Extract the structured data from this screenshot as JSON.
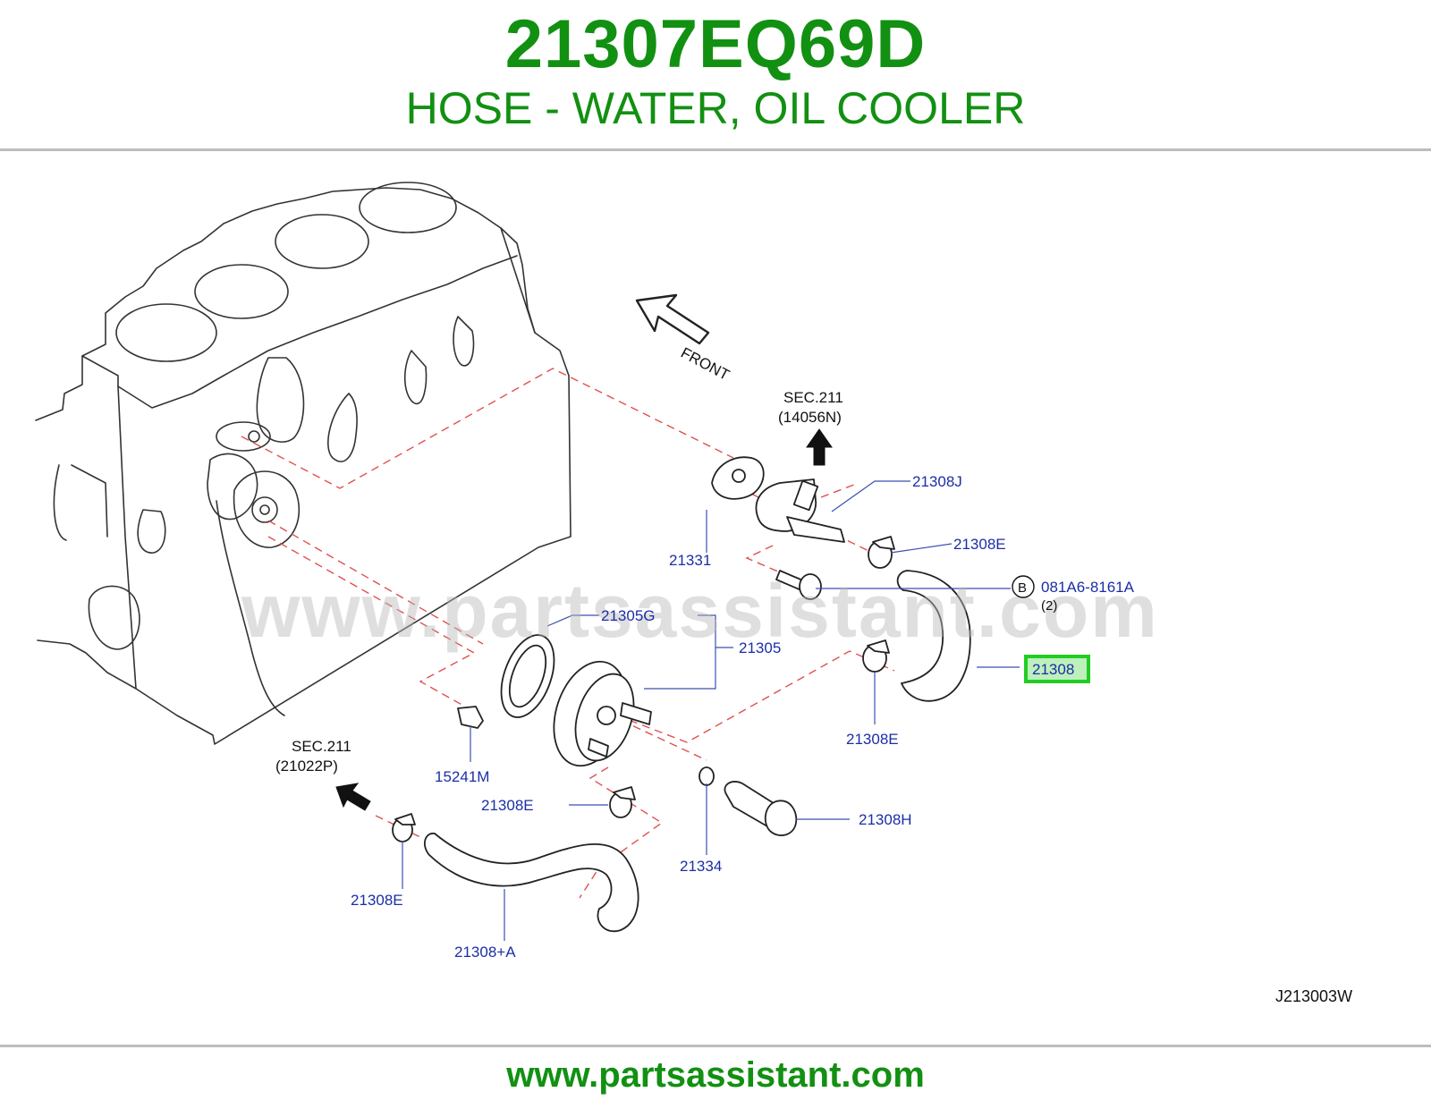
{
  "header": {
    "part_number": "21307EQ69D",
    "part_name": "HOSE - WATER, OIL COOLER"
  },
  "diagram": {
    "watermark": "www.partsassistant.com",
    "front_label": "FRONT",
    "sec_top": {
      "line1": "SEC.211",
      "line2": "(14056N)"
    },
    "sec_left": {
      "line1": "SEC.211",
      "line2": "(21022P)"
    },
    "bolt_ref_letter": "B",
    "labels": {
      "p21308J": "21308J",
      "p21308E_1": "21308E",
      "p21331": "21331",
      "p081A6": "081A6-8161A",
      "p081A6_qty": "(2)",
      "p21305G": "21305G",
      "p21305": "21305",
      "p21308": "21308",
      "p21308E_2": "21308E",
      "p15241M": "15241M",
      "p21308E_3": "21308E",
      "p21334": "21334",
      "p21308H": "21308H",
      "p21308E_4": "21308E",
      "p21308A": "21308+A"
    },
    "highlight_color": "#22cc22",
    "drawing_code": "J213003W"
  },
  "footer": {
    "url": "www.partsassistant.com"
  }
}
